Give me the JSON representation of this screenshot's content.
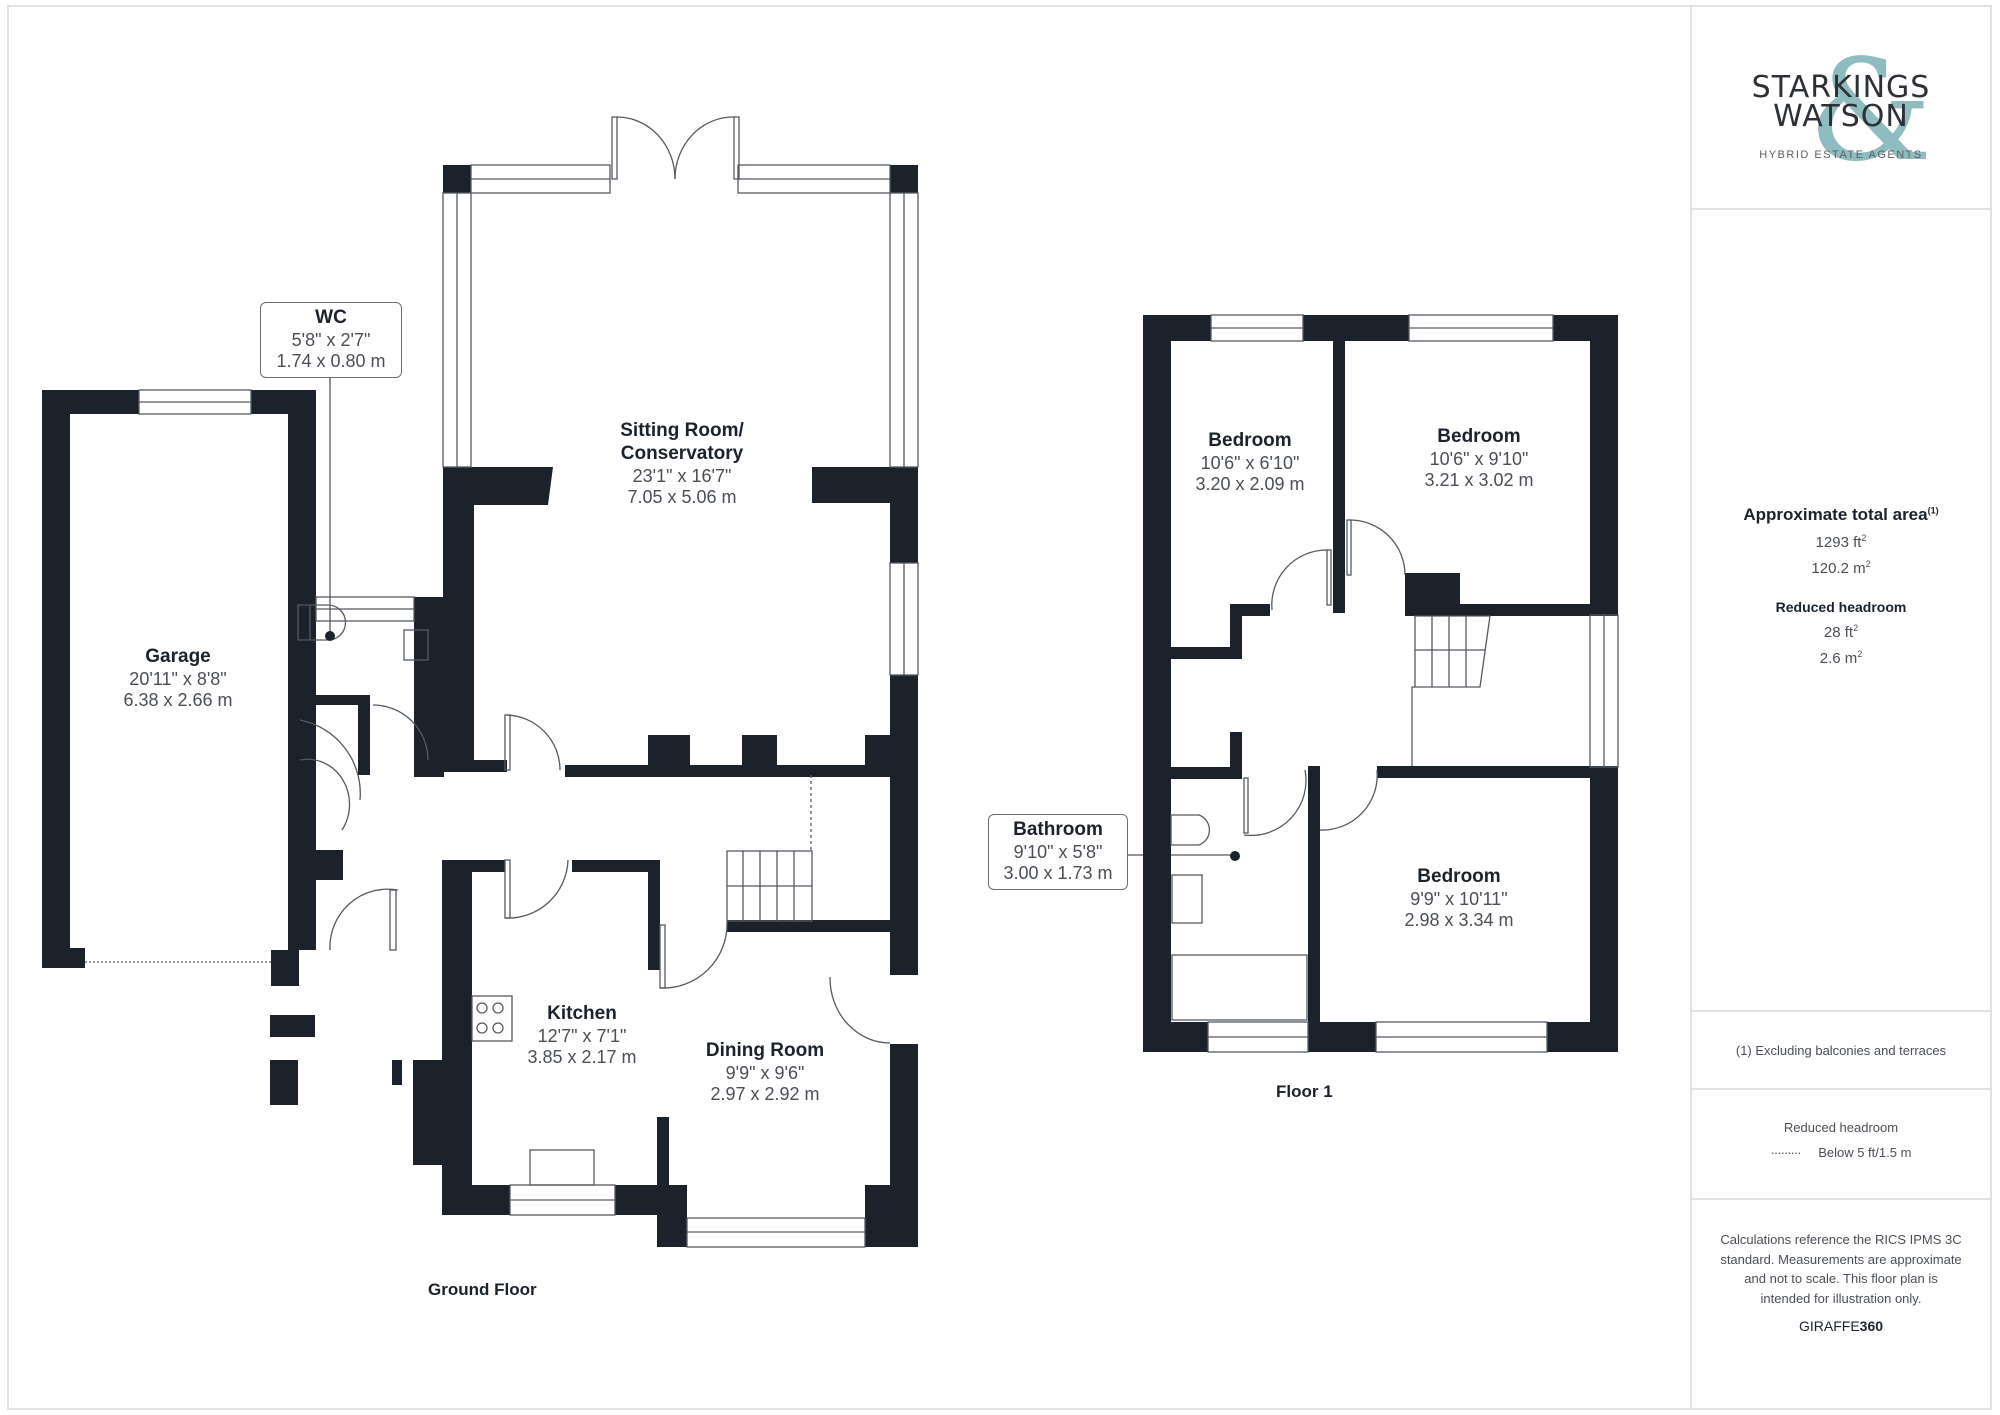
{
  "brand": {
    "line1": "STARKINGS",
    "line2": "WATSON",
    "ampersand": "&",
    "tagline": "HYBRID ESTATE AGENTS",
    "accent_color": "#8fbcc0",
    "wall_color": "#1b222c"
  },
  "ground_floor": {
    "title": "Ground Floor",
    "rooms": [
      {
        "name": "Garage",
        "imperial": "20'11\" x 8'8\"",
        "metric": "6.38 x 2.66 m"
      },
      {
        "name": "WC",
        "imperial": "5'8\" x 2'7\"",
        "metric": "1.74 x 0.80 m"
      },
      {
        "name": "Sitting Room/",
        "name2": "Conservatory",
        "imperial": "23'1\" x 16'7\"",
        "metric": "7.05 x 5.06 m"
      },
      {
        "name": "Kitchen",
        "imperial": "12'7\" x 7'1\"",
        "metric": "3.85 x 2.17 m"
      },
      {
        "name": "Dining Room",
        "imperial": "9'9\" x 9'6\"",
        "metric": "2.97 x 2.92 m"
      }
    ]
  },
  "floor_1": {
    "title": "Floor 1",
    "rooms": [
      {
        "name": "Bedroom",
        "imperial": "10'6\" x 6'10\"",
        "metric": "3.20 x 2.09 m"
      },
      {
        "name": "Bedroom",
        "imperial": "10'6\" x 9'10\"",
        "metric": "3.21 x 3.02 m"
      },
      {
        "name": "Bathroom",
        "imperial": "9'10\" x 5'8\"",
        "metric": "3.00 x 1.73 m"
      },
      {
        "name": "Bedroom",
        "imperial": "9'9\" x 10'11\"",
        "metric": "2.98 x 3.34 m"
      }
    ]
  },
  "summary": {
    "total_area_label": "Approximate total area",
    "total_area_note_ref": "(1)",
    "total_area_ft": "1293 ft",
    "total_area_m": "120.2 m",
    "reduced_headroom_label": "Reduced headroom",
    "reduced_headroom_ft": "28 ft",
    "reduced_headroom_m": "2.6 m",
    "squared": "2"
  },
  "footnote": "(1) Excluding balconies and terraces",
  "legend": {
    "title": "Reduced headroom",
    "line_sample": "·········",
    "description": "Below 5 ft/1.5 m"
  },
  "disclaimer": "Calculations reference the RICS IPMS 3C standard. Measurements are approximate and not to scale. This floor plan is intended for illustration only.",
  "provider": {
    "part1": "GIRAFFE",
    "part2": "360"
  }
}
